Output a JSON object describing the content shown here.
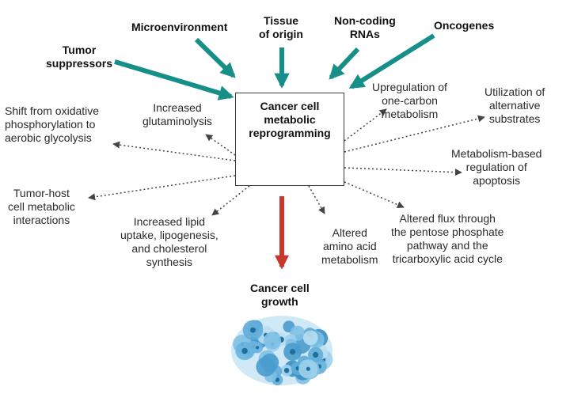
{
  "influences": [
    {
      "id": "tumor-suppressors",
      "lines": [
        "Tumor",
        "suppressors"
      ]
    },
    {
      "id": "microenvironment",
      "lines": [
        "Microenvironment"
      ]
    },
    {
      "id": "tissue-of-origin",
      "lines": [
        "Tissue",
        "of origin"
      ]
    },
    {
      "id": "non-coding-rnas",
      "lines": [
        "Non-coding",
        "RNAs"
      ]
    },
    {
      "id": "oncogenes",
      "lines": [
        "Oncogenes"
      ]
    }
  ],
  "center": {
    "lines": [
      "Cancer cell",
      "metabolic",
      "reprogramming"
    ]
  },
  "effects": [
    {
      "id": "glutaminolysis",
      "lines": [
        "Increased",
        "glutaminolysis"
      ]
    },
    {
      "id": "glycolysis-shift",
      "lines": [
        "Shift from oxidative",
        "phosphorylation to",
        "aerobic glycolysis"
      ]
    },
    {
      "id": "tumor-host",
      "lines": [
        "Tumor-host",
        "cell metabolic",
        "interactions"
      ]
    },
    {
      "id": "lipid",
      "lines": [
        "Increased lipid",
        "uptake, lipogenesis,",
        "and cholesterol",
        "synthesis"
      ]
    },
    {
      "id": "amino-acid",
      "lines": [
        "Altered",
        "amino acid",
        "metabolism"
      ]
    },
    {
      "id": "pentose-tca",
      "lines": [
        "Altered flux through",
        "the pentose phosphate",
        "pathway and the",
        "tricarboxylic acid cycle"
      ]
    },
    {
      "id": "apoptosis",
      "lines": [
        "Metabolism-based",
        "regulation of",
        "apoptosis"
      ]
    },
    {
      "id": "alt-substrates",
      "lines": [
        "Utilization of",
        "alternative",
        "substrates"
      ]
    },
    {
      "id": "one-carbon",
      "lines": [
        "Upregulation of",
        "one-carbon",
        "metabolism"
      ]
    }
  ],
  "outcome": {
    "lines": [
      "Cancer cell",
      "growth"
    ]
  },
  "colors": {
    "influence_arrow": "#168f88",
    "outcome_arrow": "#c8372d",
    "dotted_arrow": "#444444",
    "cell_fill": "#6fb3d8",
    "cell_nucleus": "#1f6f9e"
  }
}
